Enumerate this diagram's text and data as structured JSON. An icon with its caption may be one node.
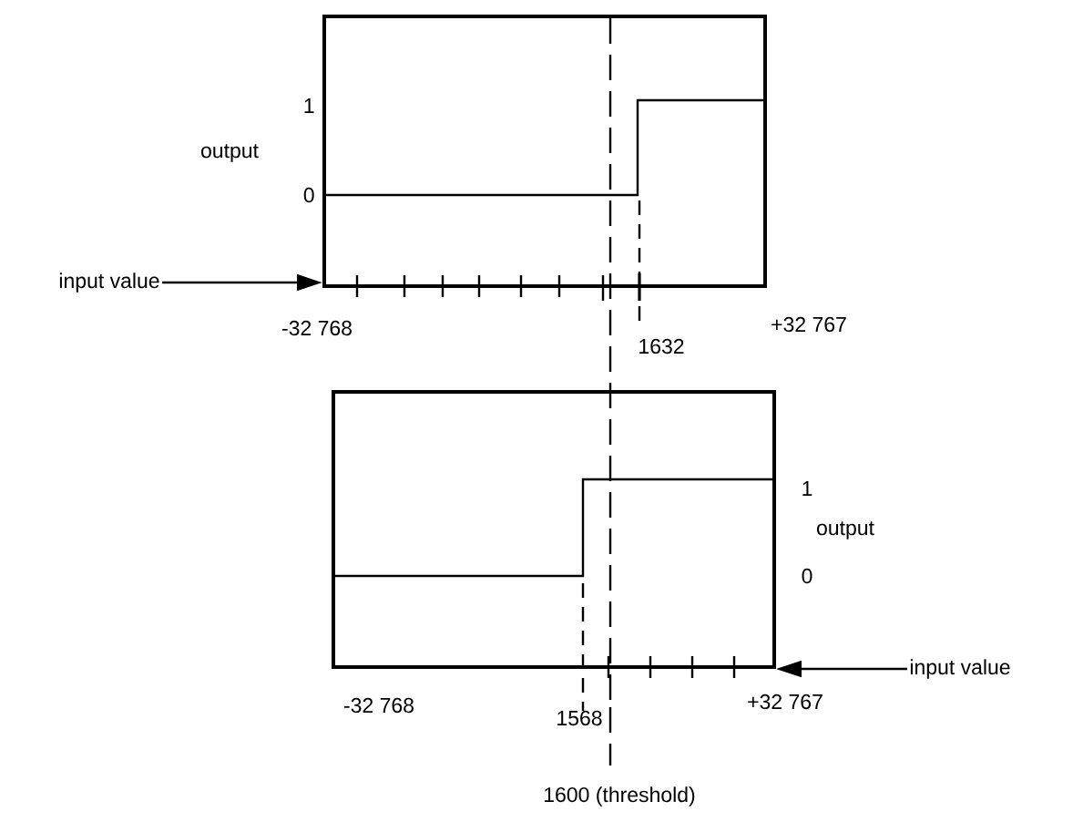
{
  "diagram": {
    "nodes": [
      {
        "text": [],
        "shape": "box"
      },
      {
        "text": [
          "input value"
        ]
      },
      {
        "text": [],
        "shape": "box"
      },
      {
        "text": [
          "input value"
        ]
      }
    ],
    "edges": [
      {
        "from": 1,
        "to": 0,
        "arrow": "to"
      },
      {
        "from": 3,
        "to": 2,
        "arrow": "to"
      }
    ],
    "labels": [
      "1",
      "output",
      "0",
      "-32 768",
      "+32 767",
      "1632",
      "1",
      "output",
      "0",
      "-32 768",
      "1568",
      "+32 767",
      "1600 (threshold)"
    ]
  }
}
